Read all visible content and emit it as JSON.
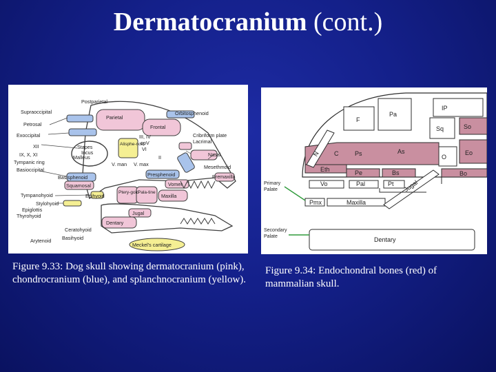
{
  "title": {
    "main": "Dermatocranium",
    "suffix": "(cont.)"
  },
  "figure1": {
    "caption": "Figure 9.33: Dog skull showing dermatocranium (pink), chondrocranium (blue), and splanchnocranium (yellow).",
    "labels": {
      "postparietal": "Postparietal",
      "supraoccipital": "Supraoccipital",
      "parietal": "Parietal",
      "orbitosphenoid": "Orbitosphenoid",
      "petrosal": "Petrosal",
      "frontal": "Frontal",
      "exoccipital": "Exoccipital",
      "cribriform": "Cribriform plate",
      "lacrimal": "Lacrimal",
      "xii": "XII",
      "nerves": "IX, X, XI",
      "tympanic": "Tympanic ring",
      "basioccipital": "Basioccipital",
      "stapes": "Stapes",
      "incus": "Incus",
      "malleus": "Malleus",
      "alisphenoid": "Alisphe-noid",
      "cranial_nerves": "III, IV",
      "cn_v": "opV",
      "cn_vi": "VI",
      "vman": "V. man",
      "vmax": "V. max",
      "cn_ii": "II",
      "nasal": "Nasal",
      "mesethmoid": "Mesethmoid",
      "presphenoid": "Presphenoid",
      "premaxilla": "Premaxilla",
      "basisphenoid": "Basisphenoid",
      "squamosal": "Squamosal",
      "vomer": "Vomer",
      "tympanohyoid": "Tympanohyoid",
      "pterygoid": "Ptery-goid",
      "palatine": "Pala-tine",
      "maxilla": "Maxilla",
      "stylohyoid": "Stylohyoid",
      "epihyoid": "Epihyoid",
      "epiglottis": "Epiglottis",
      "thyrohyoid": "Thyrohyoid",
      "jugal": "Jugal",
      "dentary": "Dentary",
      "ceratohyoid": "Ceratohyoid",
      "basihyoid": "Basihyoid",
      "arytenoid": "Arytenoid",
      "meckels": "Meckel's cartilage"
    },
    "colors": {
      "pink": "#f1c6d8",
      "blue": "#a9c3eb",
      "yellow": "#f5ef93",
      "line": "#3d3d3d"
    }
  },
  "figure2": {
    "caption": "Figure 9.34: Endochondral bones (red) of mammalian skull.",
    "labels": {
      "pa": "Pa",
      "ip": "IP",
      "f": "F",
      "sq": "Sq",
      "so": "So",
      "n": "N",
      "c": "C",
      "ps": "Ps",
      "as": "As",
      "eo": "Eo",
      "o": "O",
      "eth": "Eth",
      "pe": "Pe",
      "bs": "Bs",
      "pt": "Pt",
      "bo": "Bo",
      "vo": "Vo",
      "pal": "Pal",
      "jugal": "Jugal",
      "pmx": "Pmx",
      "maxilla": "Maxilla",
      "dentary": "Dentary",
      "primary_palate": "Primary\nPalate",
      "secondary_palate": "Secondary\nPalate"
    },
    "colors": {
      "red": "#c98fa0",
      "white": "#ffffff",
      "line": "#2c2c2c",
      "pointer": "#2e9a3a"
    }
  }
}
